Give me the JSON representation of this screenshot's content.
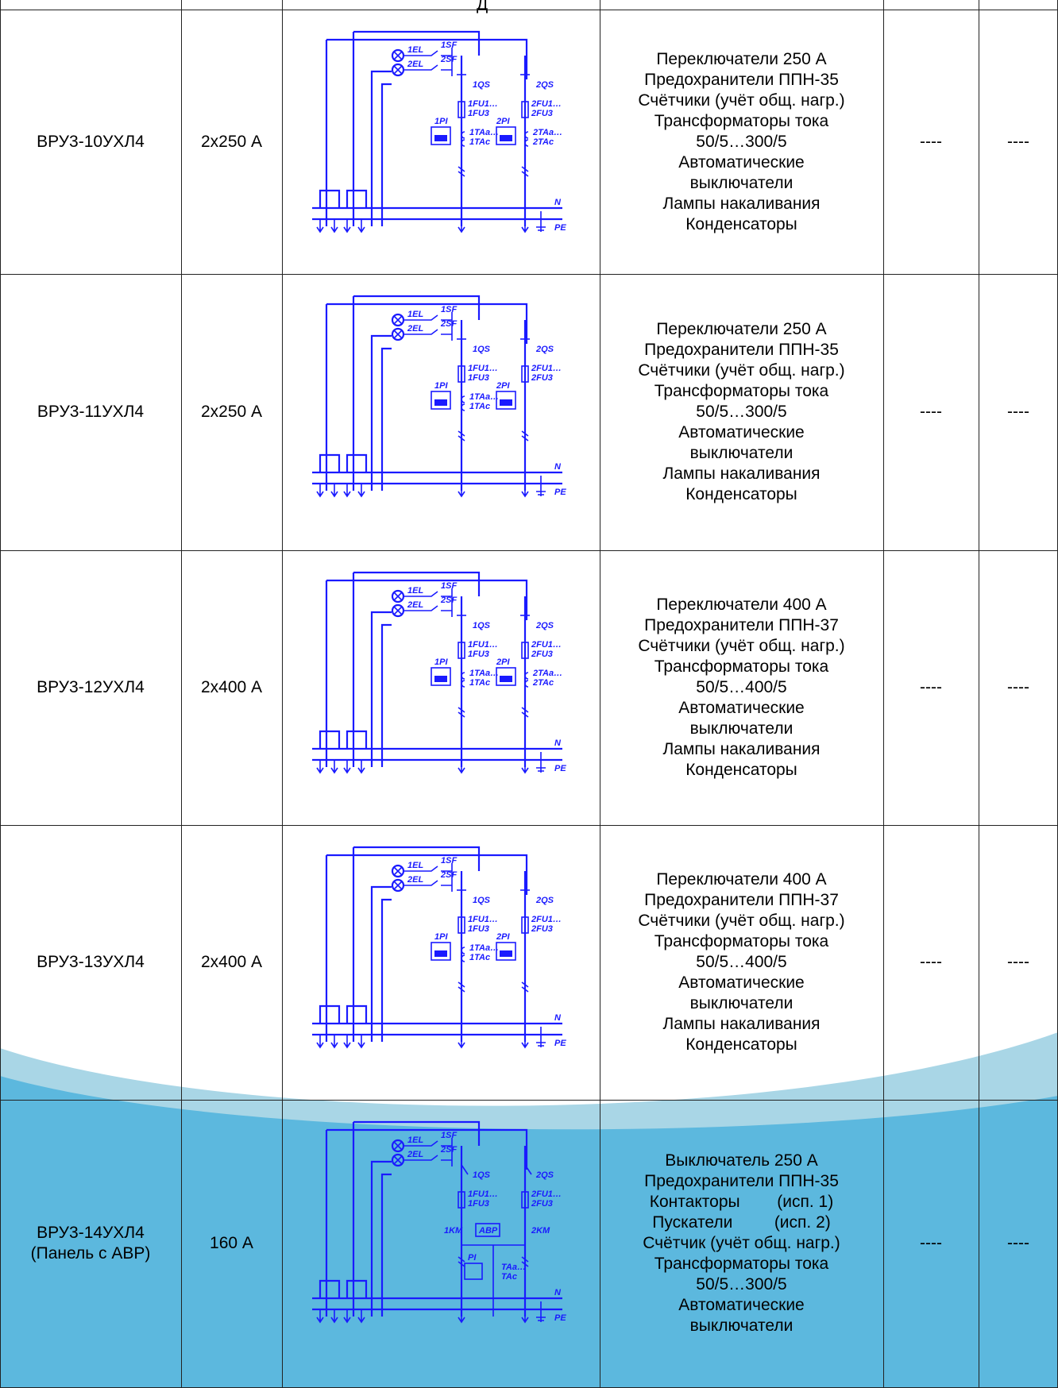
{
  "header_fragment": "Д",
  "rows": [
    {
      "name": [
        "ВРУ3-10УХЛ4"
      ],
      "current": "2х250 А",
      "description": [
        "Переключатели 250 А",
        "Предохранители ППН-35",
        "Счётчики (учёт общ. нагр.)",
        "Трансформаторы тока",
        "50/5…300/5",
        "Автоматические",
        "выключатели",
        "Лампы накаливания",
        "Конденсаторы"
      ],
      "col4": "----",
      "col5": "----",
      "scheme": {
        "variant": "dual",
        "labels": [
          "1EL",
          "1SF",
          "2EL",
          "2SF",
          "1QS",
          "2QS",
          "1FU1…",
          "1FU3",
          "2FU1…",
          "2FU3",
          "1PI",
          "2PI",
          "1TAa…",
          "1TAc",
          "2TAa…",
          "2TAc",
          "N",
          "PE"
        ]
      }
    },
    {
      "name": [
        "ВРУ3-11УХЛ4"
      ],
      "current": "2х250 А",
      "description": [
        "Переключатели 250 А",
        "Предохранители ППН-35",
        "Счётчики (учёт общ. нагр.)",
        "Трансформаторы тока",
        "50/5…300/5",
        "Автоматические",
        "выключатели",
        "Лампы накаливания",
        "Конденсаторы"
      ],
      "col4": "----",
      "col5": "----",
      "scheme": {
        "variant": "dual-single-ta",
        "labels": [
          "1EL",
          "1SF",
          "2EL",
          "2SF",
          "1QS",
          "2QS",
          "1FU1…",
          "1FU3",
          "2FU1…",
          "2FU3",
          "1PI",
          "2PI",
          "1TAa…",
          "1TAc",
          "N",
          "PE"
        ]
      }
    },
    {
      "name": [
        "ВРУ3-12УХЛ4"
      ],
      "current": "2х400 А",
      "description": [
        "Переключатели 400 А",
        "Предохранители ППН-37",
        "Счётчики (учёт общ. нагр.)",
        "Трансформаторы тока",
        "50/5…400/5",
        "Автоматические",
        "выключатели",
        "Лампы накаливания",
        "Конденсаторы"
      ],
      "col4": "----",
      "col5": "----",
      "scheme": {
        "variant": "dual",
        "labels": [
          "1EL",
          "1SF",
          "2EL",
          "2SF",
          "1QS",
          "2QS",
          "1FU1…",
          "1FU3",
          "2FU1…",
          "2FU3",
          "1PI",
          "2PI",
          "1TAa…",
          "1TAc",
          "2TAa…",
          "2TAc",
          "N",
          "PE"
        ]
      }
    },
    {
      "name": [
        "ВРУ3-13УХЛ4"
      ],
      "current": "2х400 А",
      "description": [
        "Переключатели 400 А",
        "Предохранители ППН-37",
        "Счётчики (учёт общ. нагр.)",
        "Трансформаторы тока",
        "50/5…400/5",
        "Автоматические",
        "выключатели",
        "Лампы накаливания",
        "Конденсаторы"
      ],
      "col4": "----",
      "col5": "----",
      "scheme": {
        "variant": "dual-single-ta",
        "labels": [
          "1EL",
          "1SF",
          "2EL",
          "2SF",
          "1QS",
          "2QS",
          "1FU1…",
          "1FU3",
          "2FU1…",
          "2FU3",
          "1PI",
          "2PI",
          "1TAa…",
          "1TAc",
          "N",
          "PE"
        ]
      }
    },
    {
      "name": [
        "ВРУ3-14УХЛ4",
        "(Панель с АВР)"
      ],
      "current": "160 А",
      "description": [
        "Выключатель 250 А",
        "Предохранители ППН-35",
        "Контакторы        (исп. 1)",
        "Пускатели         (исп. 2)",
        "Счётчик (учёт общ. нагр.)",
        "Трансформаторы тока",
        "50/5…300/5",
        "Автоматические",
        "выключатели"
      ],
      "col4": "----",
      "col5": "----",
      "scheme": {
        "variant": "avr",
        "labels": [
          "1EL",
          "1SF",
          "2EL",
          "2SF",
          "1QS",
          "2QS",
          "1FU1…",
          "1FU3",
          "2FU1…",
          "2FU3",
          "1KM",
          "АВР",
          "2KM",
          "PI",
          "TAa…",
          "TAc",
          "N",
          "PE"
        ]
      }
    }
  ],
  "colors": {
    "scheme_blue": "#1a1aff",
    "wave_light": "#a9d6e6",
    "wave_dark": "#5cb8de"
  }
}
